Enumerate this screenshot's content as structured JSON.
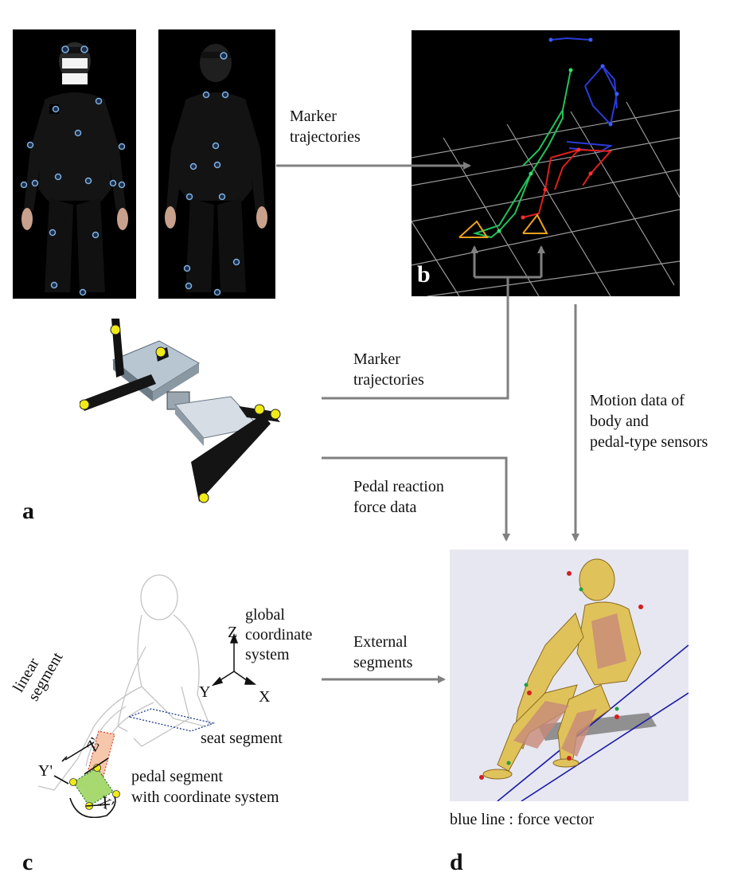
{
  "labels": {
    "marker_trajectories_1_line1": "Marker",
    "marker_trajectories_1_line2": "trajectories",
    "marker_trajectories_2_line1": "Marker",
    "marker_trajectories_2_line2": "trajectories",
    "pedal_force_line1": "Pedal reaction",
    "pedal_force_line2": "force data",
    "motion_line1": "Motion data of",
    "motion_line2": "body and",
    "motion_line3": "pedal-type sensors",
    "external_line1": "External",
    "external_line2": "segments",
    "global_line1": "global",
    "global_line2": "coordinate",
    "global_line3": "system",
    "axis_z": "Z",
    "axis_y": "Y",
    "axis_x": "X",
    "linear_line1": "linear",
    "linear_line2": "segment",
    "seat_segment": "seat segment",
    "pedal_line1": "pedal segment",
    "pedal_line2": "with coordinate system",
    "axis_yp": "Y'",
    "axis_zp": "Z'",
    "axis_xp": "X'",
    "caption_d": "blue line : force vector"
  },
  "panel_letters": {
    "a": "a",
    "b": "b",
    "c": "c",
    "d": "d"
  },
  "colors": {
    "arrow": "#808080",
    "force_line": "#1a1aa8",
    "skeleton_bone": "#e3c45a",
    "marker_blue": "#4a86c8"
  }
}
